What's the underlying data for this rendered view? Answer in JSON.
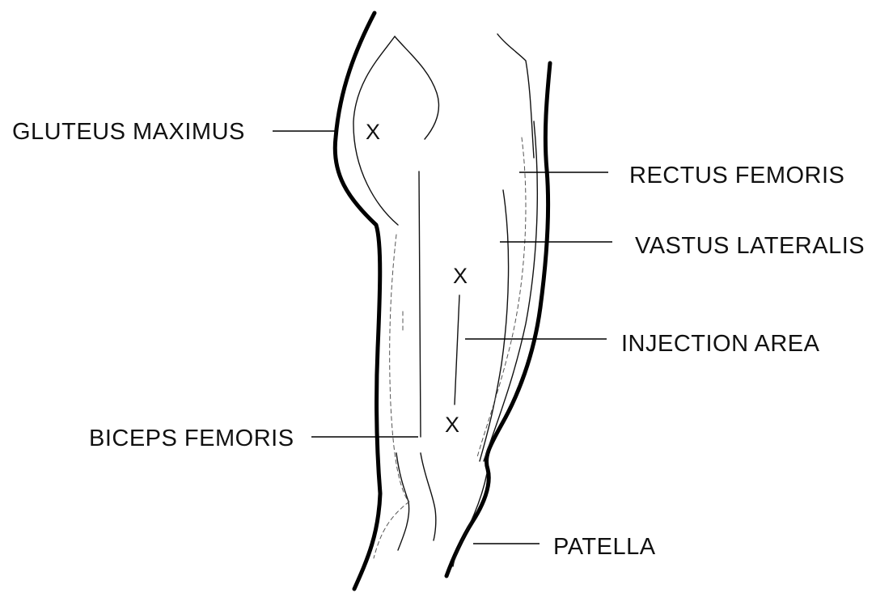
{
  "labels": {
    "gluteus_maximus": "GLUTEUS MAXIMUS",
    "rectus_femoris": "RECTUS FEMORIS",
    "vastus_lateralis": "VASTUS LATERALIS",
    "injection_area": "INJECTION AREA",
    "biceps_femoris": "BICEPS FEMORIS",
    "patella": "PATELLA"
  },
  "markers": {
    "gluteal_site": "X",
    "thigh_upper": "X",
    "thigh_lower": "X"
  },
  "colors": {
    "ink": "#000000",
    "background": "#ffffff"
  }
}
